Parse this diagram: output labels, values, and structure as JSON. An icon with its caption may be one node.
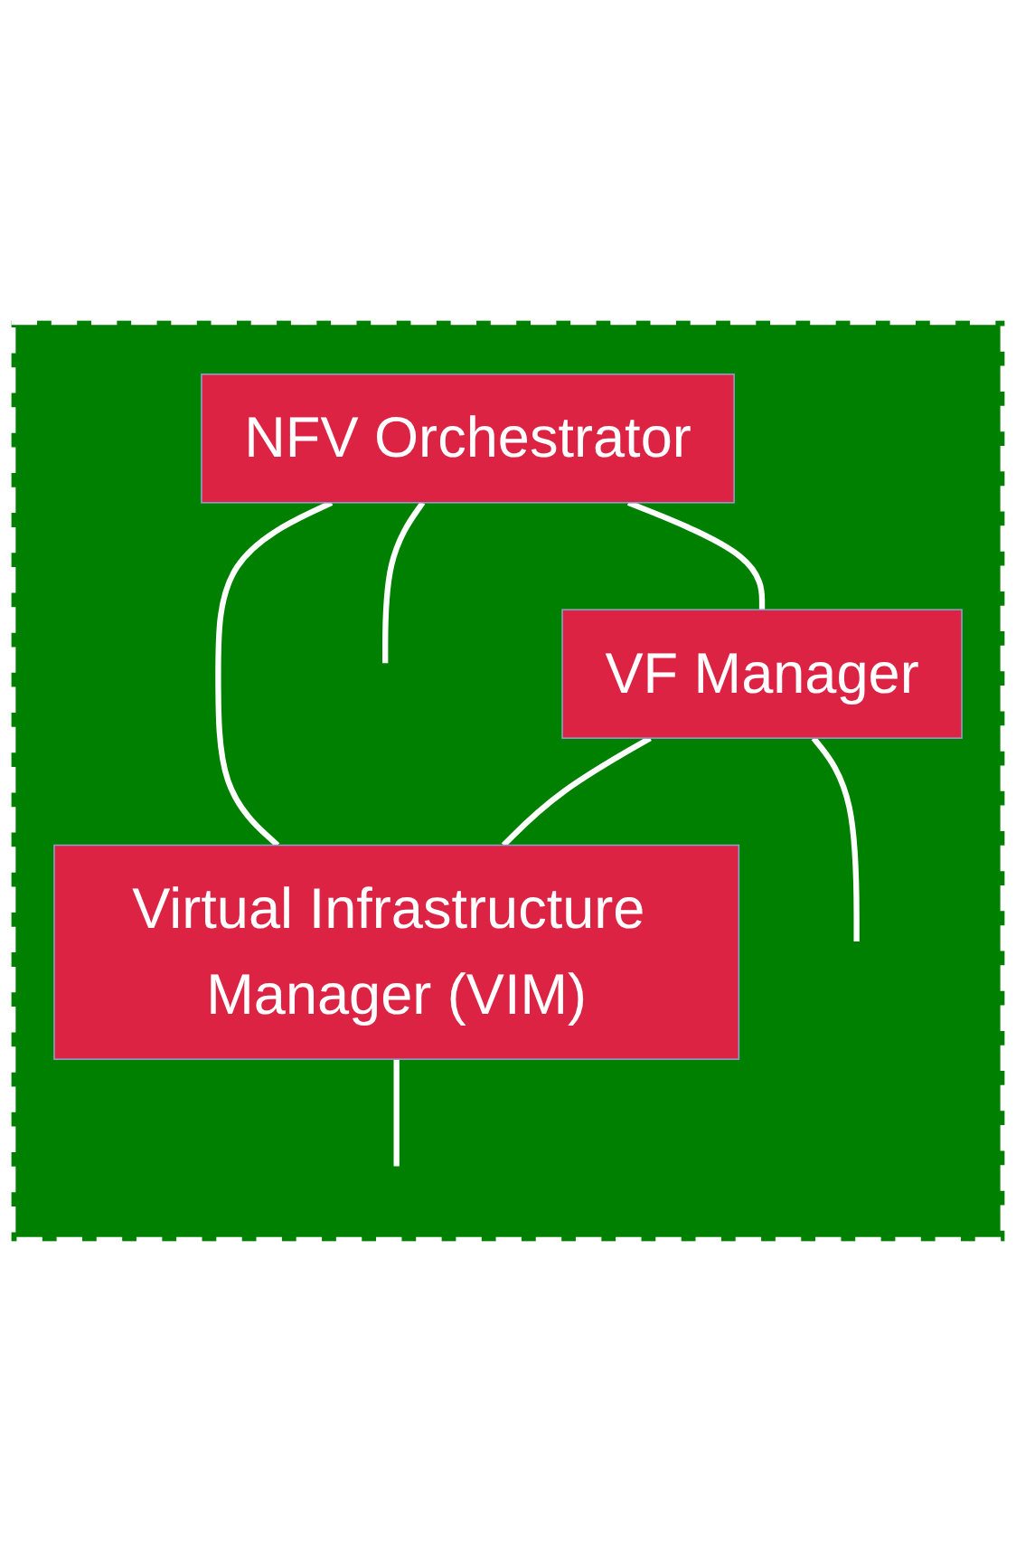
{
  "diagram": {
    "nodes": [
      {
        "text": [],
        "shape": "box"
      },
      {
        "text": [
          "NFV Orchestrator"
        ],
        "in": 0
      },
      {
        "text": [
          "VF Manager"
        ],
        "in": 0
      },
      {
        "text": [
          "Virtual Infrastructure Manager (VIM)"
        ],
        "in": 0
      }
    ],
    "edges": [
      {
        "from": 1,
        "to": 2,
        "arrow": "none"
      },
      {
        "from": 2,
        "to": 3,
        "arrow": "none"
      },
      {
        "from": 1,
        "to": 3,
        "arrow": "none"
      },
      {
        "from": 1,
        "to": null,
        "arrow": "none"
      },
      {
        "from": 2,
        "to": null,
        "arrow": "none"
      },
      {
        "from": 3,
        "to": null,
        "arrow": "none"
      }
    ]
  }
}
